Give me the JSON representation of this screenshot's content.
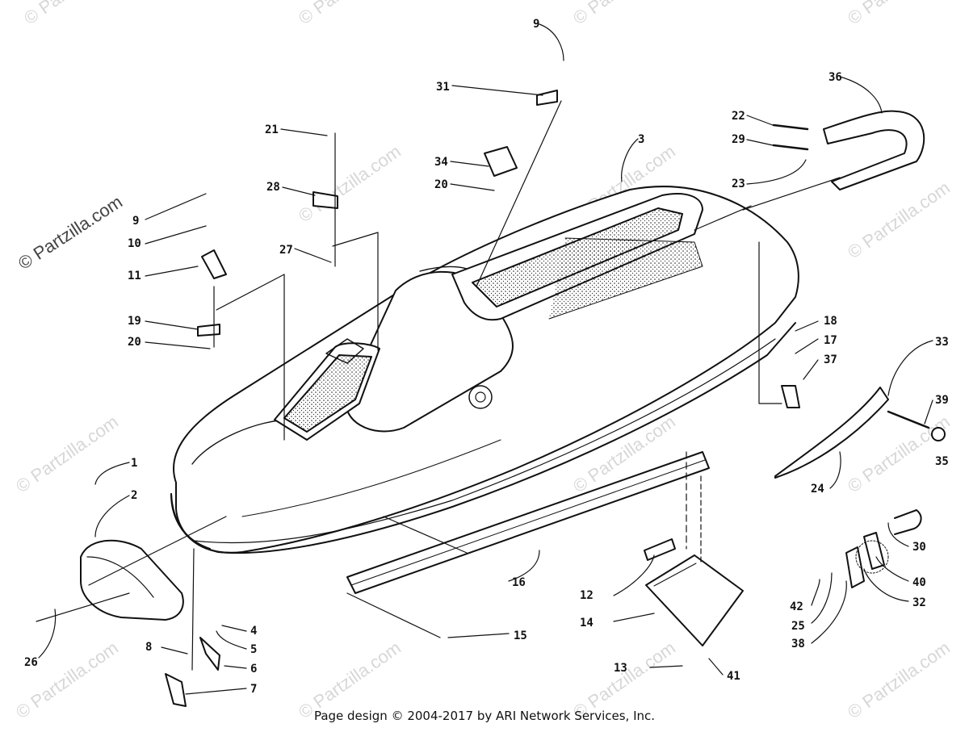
{
  "watermark": "© Partzilla.com",
  "side_watermark": "© Partzilla.com",
  "footer": "Page design © 2004-2017 by ARI Network Services, Inc.",
  "callouts": [
    {
      "id": "c9a",
      "label": "9"
    },
    {
      "id": "c31",
      "label": "31"
    },
    {
      "id": "c36",
      "label": "36"
    },
    {
      "id": "c22",
      "label": "22"
    },
    {
      "id": "c29",
      "label": "29"
    },
    {
      "id": "c23",
      "label": "23"
    },
    {
      "id": "c3",
      "label": "3"
    },
    {
      "id": "c34",
      "label": "34"
    },
    {
      "id": "c20a",
      "label": "20"
    },
    {
      "id": "c21",
      "label": "21"
    },
    {
      "id": "c28",
      "label": "28"
    },
    {
      "id": "c27",
      "label": "27"
    },
    {
      "id": "c9b",
      "label": "9"
    },
    {
      "id": "c10",
      "label": "10"
    },
    {
      "id": "c11",
      "label": "11"
    },
    {
      "id": "c19",
      "label": "19"
    },
    {
      "id": "c20b",
      "label": "20"
    },
    {
      "id": "c18",
      "label": "18"
    },
    {
      "id": "c17",
      "label": "17"
    },
    {
      "id": "c37",
      "label": "37"
    },
    {
      "id": "c33",
      "label": "33"
    },
    {
      "id": "c39",
      "label": "39"
    },
    {
      "id": "c35",
      "label": "35"
    },
    {
      "id": "c24",
      "label": "24"
    },
    {
      "id": "c1",
      "label": "1"
    },
    {
      "id": "c2",
      "label": "2"
    },
    {
      "id": "c26",
      "label": "26"
    },
    {
      "id": "c16",
      "label": "16"
    },
    {
      "id": "c15",
      "label": "15"
    },
    {
      "id": "c12",
      "label": "12"
    },
    {
      "id": "c14",
      "label": "14"
    },
    {
      "id": "c13",
      "label": "13"
    },
    {
      "id": "c41",
      "label": "41"
    },
    {
      "id": "c30",
      "label": "30"
    },
    {
      "id": "c40",
      "label": "40"
    },
    {
      "id": "c32",
      "label": "32"
    },
    {
      "id": "c42",
      "label": "42"
    },
    {
      "id": "c25",
      "label": "25"
    },
    {
      "id": "c38",
      "label": "38"
    },
    {
      "id": "c4",
      "label": "4"
    },
    {
      "id": "c5",
      "label": "5"
    },
    {
      "id": "c6",
      "label": "6"
    },
    {
      "id": "c7",
      "label": "7"
    },
    {
      "id": "c8",
      "label": "8"
    }
  ]
}
